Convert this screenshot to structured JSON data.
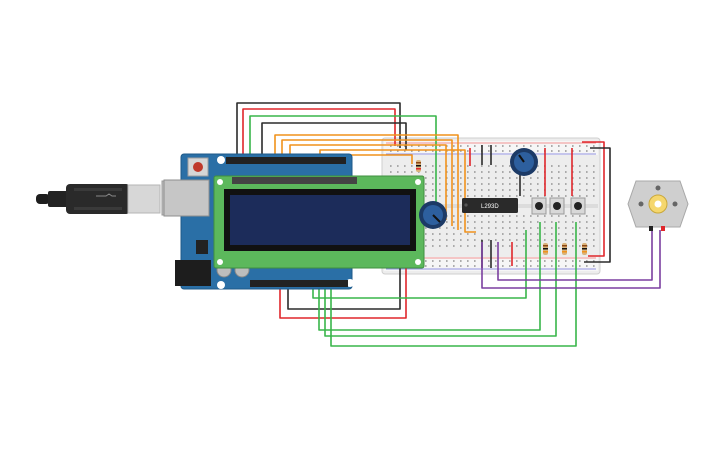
{
  "circuit": {
    "ic_label": "L293D",
    "components": [
      {
        "name": "usb-cable-icon",
        "kind": "USB cable"
      },
      {
        "name": "arduino-uno-board",
        "kind": "Arduino Uno"
      },
      {
        "name": "lcd-16x2-display",
        "kind": "16x2 LCD"
      },
      {
        "name": "breadboard",
        "kind": "Breadboard"
      },
      {
        "name": "potentiometer-lcd-contrast",
        "kind": "Potentiometer"
      },
      {
        "name": "potentiometer-speed",
        "kind": "Potentiometer"
      },
      {
        "name": "motor-driver-ic",
        "kind": "L293D"
      },
      {
        "name": "push-button",
        "kind": "Pushbutton",
        "count": 3
      },
      {
        "name": "resistor",
        "kind": "Resistor",
        "count": 4
      },
      {
        "name": "dc-motor-icon",
        "kind": "DC Motor"
      }
    ],
    "colors": {
      "wire_red": "#e0262b",
      "wire_black": "#2b2b2b",
      "wire_green": "#39b54a",
      "wire_orange": "#f0921c",
      "wire_purple": "#7b3fa0",
      "arduino_blue": "#2a6fa6",
      "lcd_green": "#5cb85c",
      "lcd_screen": "#1c2c5a",
      "breadboard": "#eeeeee",
      "motor_body": "#d0d0d0"
    }
  }
}
